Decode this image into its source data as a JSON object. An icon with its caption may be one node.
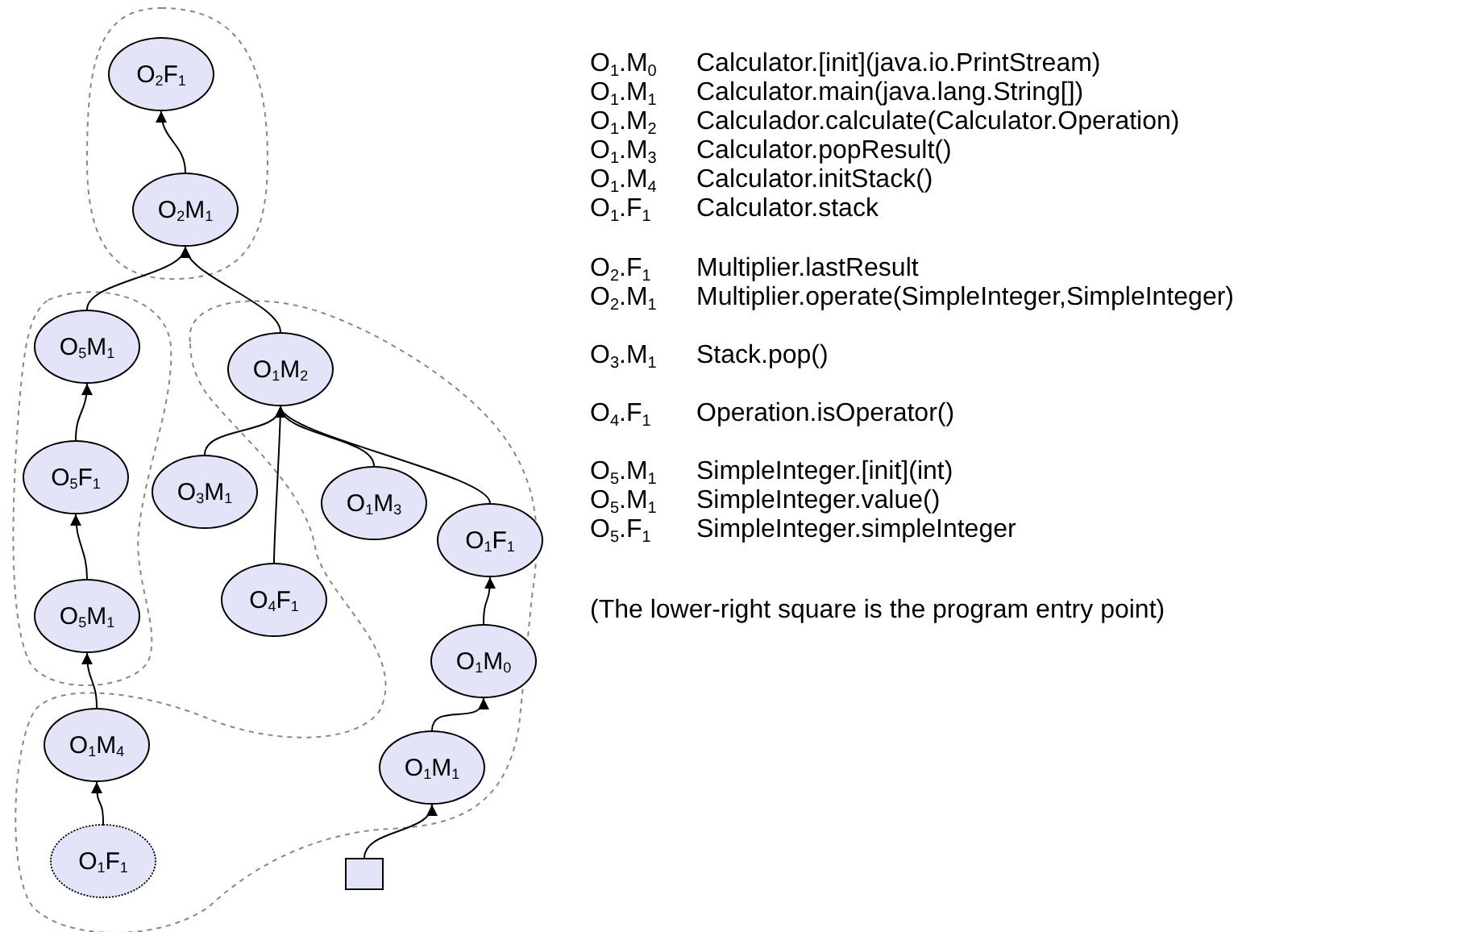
{
  "diagram": {
    "nodes": [
      {
        "text": [
          "O$_{2}$F$_{1}$"
        ]
      },
      {
        "text": [
          "O$_{2}$M$_{1}$"
        ]
      },
      {
        "text": [
          "O$_{5}$M$_{1}$"
        ]
      },
      {
        "text": [
          "O$_{1}$M$_{2}$"
        ]
      },
      {
        "text": [
          "O$_{3}$M$_{1}$"
        ]
      },
      {
        "text": [
          "O$_{1}$M$_{3}$"
        ]
      },
      {
        "text": [
          "O$_{5}$F$_{1}$"
        ]
      },
      {
        "text": [
          "O$_{4}$F$_{1}$"
        ]
      },
      {
        "text": [
          "O$_{1}$F$_{1}$"
        ]
      },
      {
        "text": [
          "O$_{5}$M$_{1}$"
        ]
      },
      {
        "text": [
          "O$_{1}$M$_{0}$"
        ]
      },
      {
        "text": [
          "O$_{1}$M$_{4}$"
        ]
      },
      {
        "text": [
          "O$_{1}$M$_{1}$"
        ]
      },
      {
        "text": [
          "O$_{1}$F$_{1}$"
        ]
      },
      {
        "text": [],
        "shape": "box"
      }
    ],
    "edges": [
      {
        "from": 1,
        "to": 0,
        "arrow": "to"
      },
      {
        "from": 2,
        "to": 1,
        "arrow": "to"
      },
      {
        "from": 3,
        "to": 1,
        "arrow": "to"
      },
      {
        "from": 6,
        "to": 2,
        "arrow": "to"
      },
      {
        "from": 9,
        "to": 6,
        "arrow": "to"
      },
      {
        "from": 11,
        "to": 9,
        "arrow": "to"
      },
      {
        "from": 13,
        "to": 11,
        "arrow": "to"
      },
      {
        "from": 4,
        "to": 3,
        "arrow": "to"
      },
      {
        "from": 7,
        "to": 3,
        "arrow": "to"
      },
      {
        "from": 5,
        "to": 3,
        "arrow": "to"
      },
      {
        "from": 8,
        "to": 3,
        "arrow": "to"
      },
      {
        "from": 10,
        "to": 8,
        "arrow": "to"
      },
      {
        "from": 12,
        "to": 10,
        "arrow": "to"
      },
      {
        "from": 14,
        "to": 12,
        "arrow": "to"
      }
    ],
    "labels": [
      "O$_{1}$.M$_{0}$",
      "Calculator.[init](java.io.PrintStream)",
      "O$_{1}$.M$_{1}$",
      "Calculator.main(java.lang.String[])",
      "O$_{1}$.M$_{2}$",
      "Calculador.calculate(Calculator.Operation)",
      "O$_{1}$.M$_{3}$",
      "Calculator.popResult()",
      "O$_{1}$.M$_{4}$",
      "Calculator.initStack()",
      "O$_{1}$.F$_{1}$",
      "Calculator.stack",
      "O$_{2}$.F$_{1}$",
      "Multiplier.lastResult",
      "O$_{2}$.M$_{1}$",
      "Multiplier.operate(SimpleInteger,SimpleInteger)",
      "O$_{3}$.M$_{1}$",
      "Stack.pop()",
      "O$_{4}$.F$_{1}$",
      "Operation.isOperator()",
      "O$_{5}$.M$_{1}$",
      "SimpleInteger.[init](int)",
      "O$_{5}$.M$_{1}$",
      "SimpleInteger.value()",
      "O$_{5}$.F$_{1}$",
      "SimpleInteger.simpleInteger",
      "(The lower-right square is the program entry point)"
    ]
  }
}
